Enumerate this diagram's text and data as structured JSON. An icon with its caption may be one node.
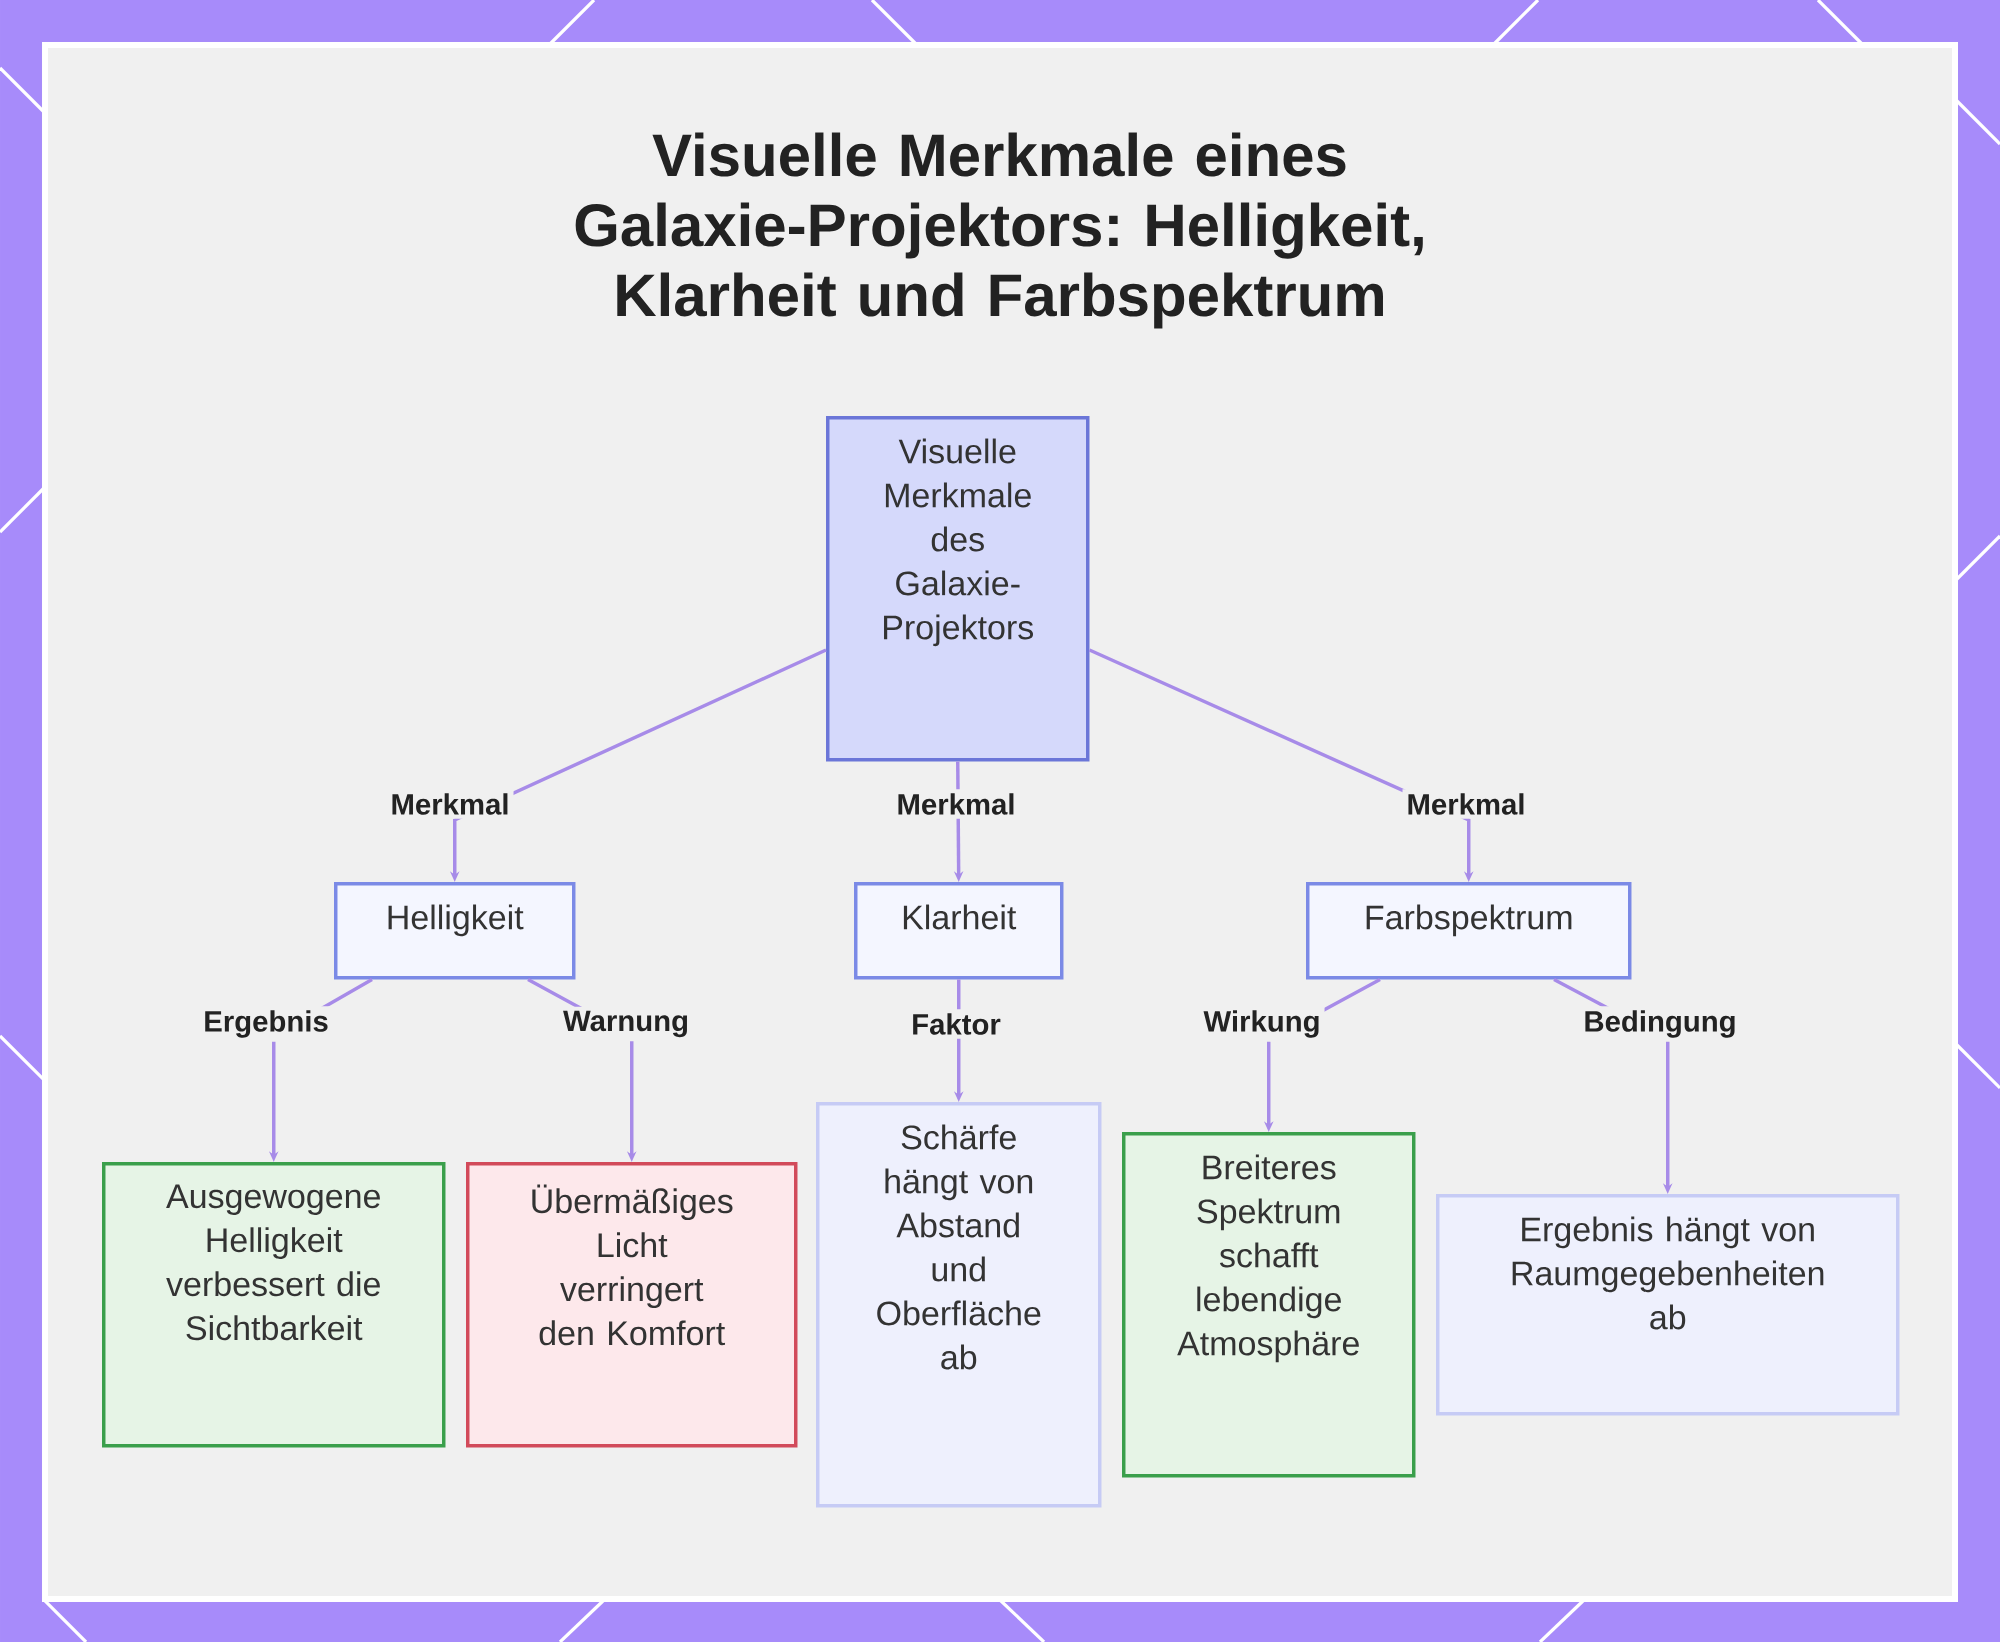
{
  "diagram": {
    "title": "Visuelle Merkmale eines Galaxie-Projektors: Helligkeit, Klarheit und Farbspektrum",
    "nodes": [
      {
        "text": [
          "Visuelle Merkmale des Galaxie-Projektors"
        ]
      },
      {
        "text": [
          "Helligkeit"
        ]
      },
      {
        "text": [
          "Klarheit"
        ]
      },
      {
        "text": [
          "Farbspektrum"
        ]
      },
      {
        "text": [
          "Ausgewogene Helligkeit verbessert die Sichtbarkeit"
        ]
      },
      {
        "text": [
          "Übermäßiges Licht verringert den Komfort"
        ]
      },
      {
        "text": [
          "Schärfe hängt von Abstand und Oberfläche ab"
        ]
      },
      {
        "text": [
          "Breiteres Spektrum schafft lebendige Atmosphäre"
        ]
      },
      {
        "text": [
          "Ergebnis hängt von Raumgegebenheiten ab"
        ]
      }
    ],
    "edges": [
      {
        "from": 0,
        "to": 1,
        "arrow": "to",
        "label": "Merkmal"
      },
      {
        "from": 0,
        "to": 2,
        "arrow": "to",
        "label": "Merkmal"
      },
      {
        "from": 0,
        "to": 3,
        "arrow": "to",
        "label": "Merkmal"
      },
      {
        "from": 1,
        "to": 4,
        "arrow": "to",
        "label": "Ergebnis"
      },
      {
        "from": 1,
        "to": 5,
        "arrow": "to",
        "label": "Warnung"
      },
      {
        "from": 2,
        "to": 6,
        "arrow": "to",
        "label": "Faktor"
      },
      {
        "from": 3,
        "to": 7,
        "arrow": "to",
        "label": "Wirkung"
      },
      {
        "from": 3,
        "to": 8,
        "arrow": "to",
        "label": "Bedingung"
      }
    ]
  }
}
